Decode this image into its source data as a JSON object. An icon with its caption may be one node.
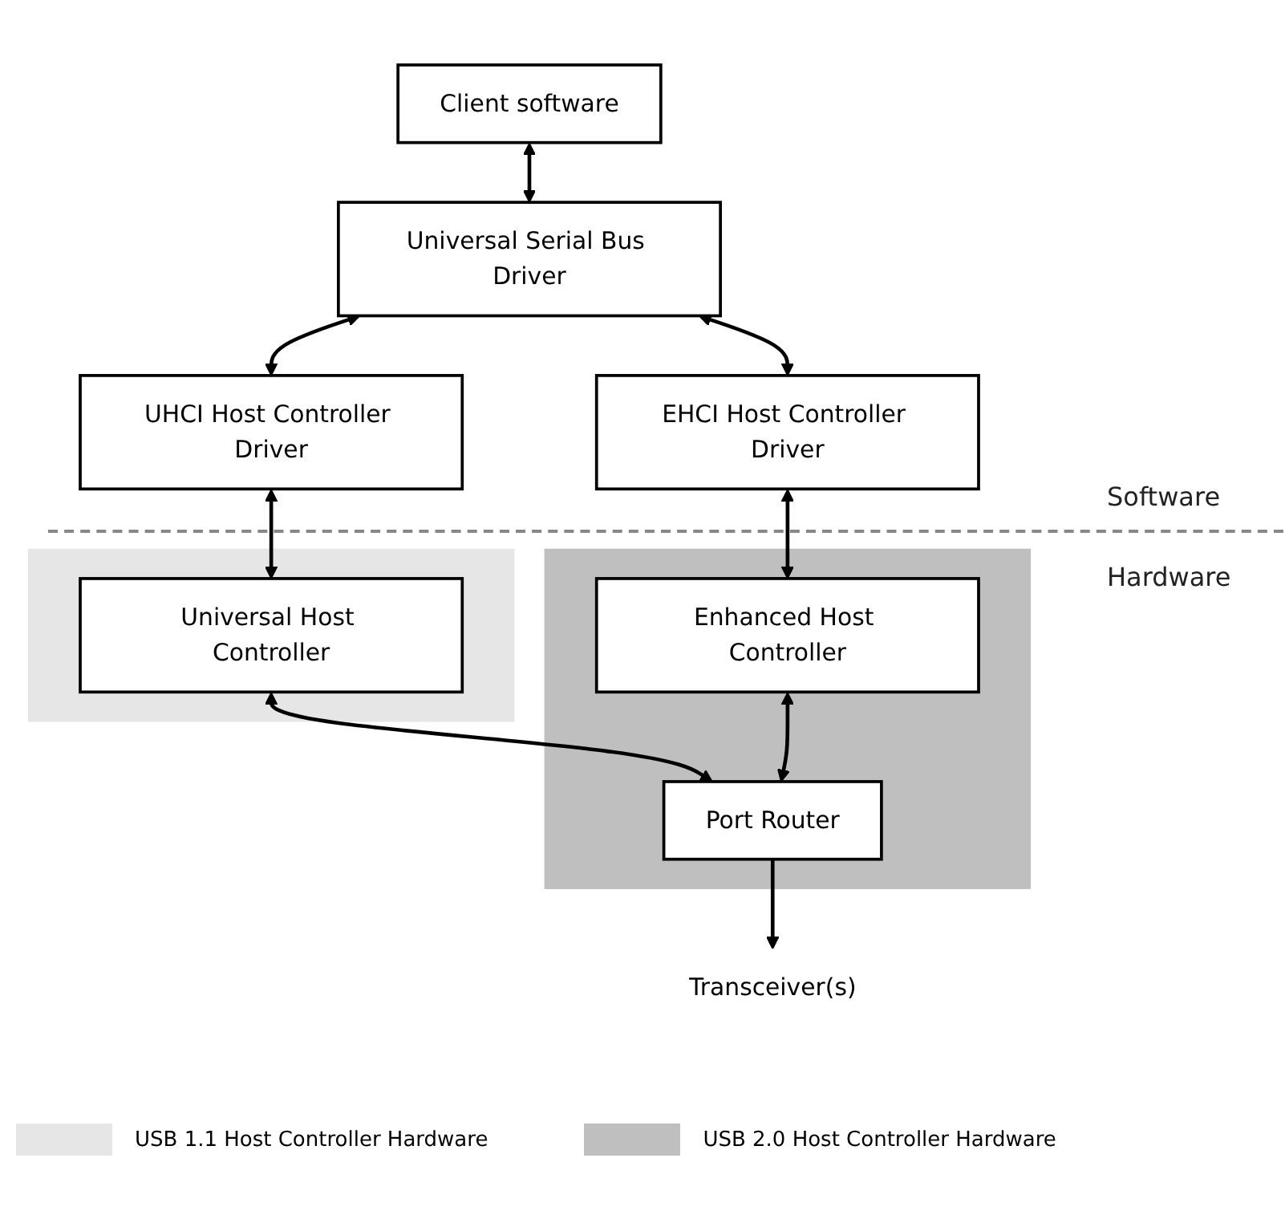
{
  "diagram": {
    "nodes": [
      {
        "text": [
          "Client software"
        ]
      },
      {
        "text": [
          "Universal Serial Bus Driver"
        ]
      },
      {
        "text": [
          "UHCI Host Controller Driver"
        ]
      },
      {
        "text": [
          "EHCI Host Controller Driver"
        ]
      },
      {
        "text": [],
        "shape": "box"
      },
      {
        "text": [
          "Universal Host Controller"
        ],
        "in": 4
      },
      {
        "text": [],
        "shape": "box"
      },
      {
        "text": [
          "Enhanced Host Controller"
        ],
        "in": 6
      },
      {
        "text": [
          "Port Router"
        ],
        "in": 6
      },
      {
        "text": [
          "Transceiver(s)"
        ]
      }
    ],
    "edges": [
      {
        "from": 0,
        "to": 1,
        "arrow": "both"
      },
      {
        "from": 1,
        "to": 2,
        "arrow": "both"
      },
      {
        "from": 1,
        "to": 3,
        "arrow": "both"
      },
      {
        "from": 2,
        "to": 5,
        "arrow": "both"
      },
      {
        "from": 3,
        "to": 7,
        "arrow": "both"
      },
      {
        "from": 5,
        "to": 8,
        "arrow": "both"
      },
      {
        "from": 7,
        "to": 8,
        "arrow": "both"
      },
      {
        "from": 8,
        "to": 9,
        "arrow": "to"
      }
    ],
    "labels": [
      "Software",
      "Hardware"
    ],
    "legend": [
      {
        "text": "USB 1.1 Host Controller Hardware",
        "color": "#e6e6e6"
      },
      {
        "text": "USB 2.0 Host Controller Hardware",
        "color": "#bfbfbf"
      }
    ]
  }
}
